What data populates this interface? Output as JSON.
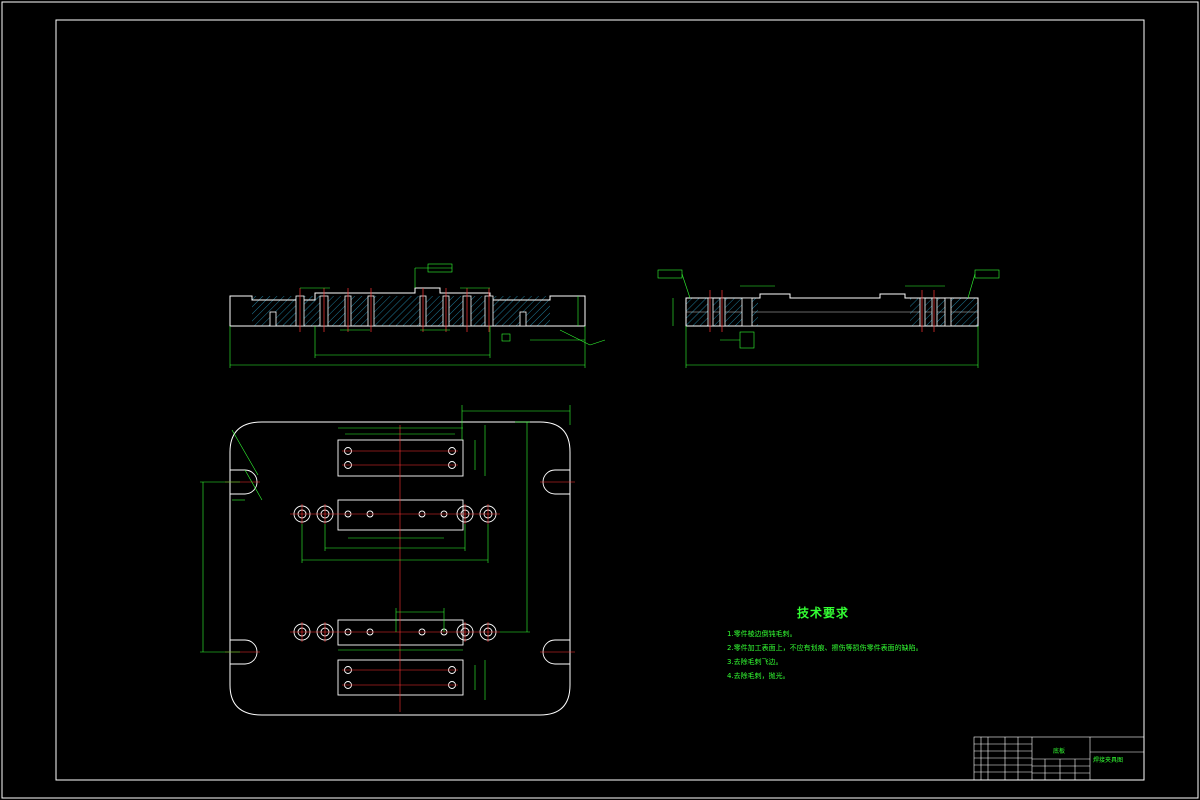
{
  "colors": {
    "background": "#000000",
    "outline": "#ffffff",
    "dimension": "#33ff33",
    "centerline": "#ff3333",
    "hatch": "#33ccff"
  },
  "technical_requirements": {
    "title": "技术要求",
    "items": [
      "1.零件棱边倒钝毛刺。",
      "2.零件加工表面上，不应有划痕、擦伤等损伤零件表面的缺陷。",
      "3.去除毛刺飞边。",
      "4.去除毛刺，抛光。"
    ]
  },
  "title_block": {
    "part_name": "底板",
    "company": "焊接夹具图"
  }
}
